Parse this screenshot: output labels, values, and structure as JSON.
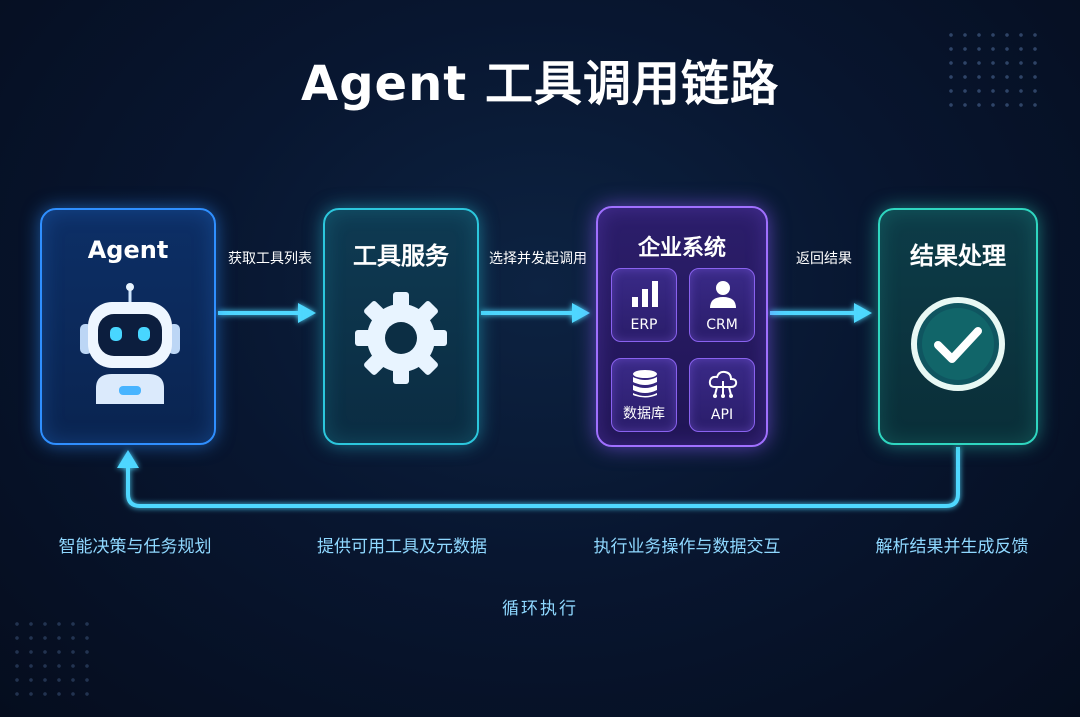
{
  "title": "Agent 工具调用链路",
  "nodes": {
    "agent": {
      "title": "Agent",
      "icon": "robot-icon",
      "description": "智能决策与任务规划"
    },
    "tool_service": {
      "title": "工具服务",
      "icon": "gear-icon",
      "description": "提供可用工具及元数据"
    },
    "enterprise": {
      "title": "企业系统",
      "description": "执行业务操作与数据交互",
      "tiles": [
        {
          "label": "ERP",
          "icon": "bar-chart-icon"
        },
        {
          "label": "CRM",
          "icon": "user-icon"
        },
        {
          "label": "数据库",
          "icon": "database-icon"
        },
        {
          "label": "API",
          "icon": "cloud-network-icon"
        }
      ]
    },
    "result": {
      "title": "结果处理",
      "icon": "check-circle-icon",
      "description": "解析结果并生成反馈"
    }
  },
  "arrows": {
    "agent_to_tool": "获取工具列表",
    "tool_to_enterprise": "选择并发起调用",
    "enterprise_to_result": "返回结果"
  },
  "loop_label": "循环执行",
  "colors": {
    "agent": "#2f8fff",
    "tool_service": "#2cc7dd",
    "enterprise": "#a070ff",
    "result": "#2fd6c0",
    "arrow": "#4fd8ff"
  }
}
